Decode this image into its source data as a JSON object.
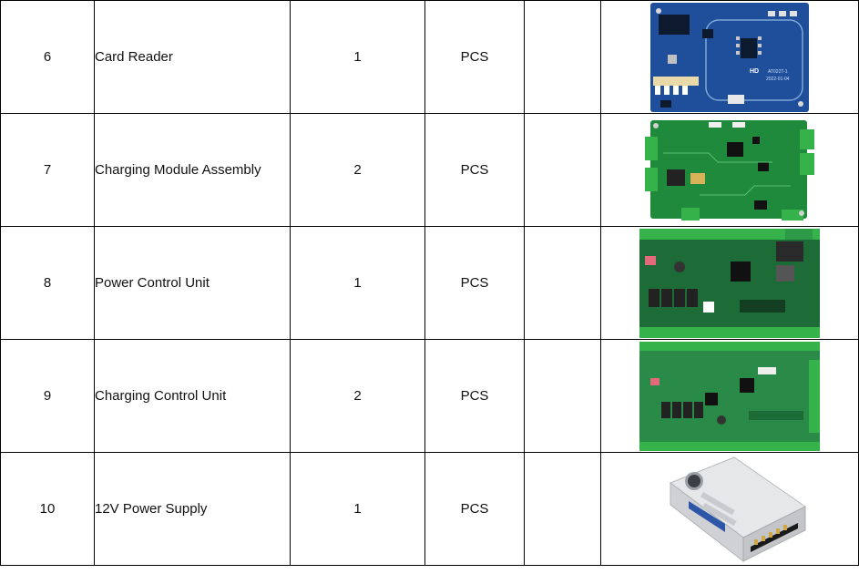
{
  "rows": [
    {
      "no": "6",
      "name": "Card Reader",
      "qty": "1",
      "unit": "PCS",
      "image": "card-reader-board",
      "board_text": [
        "AT022T-1",
        "2022-01-04",
        "HD"
      ]
    },
    {
      "no": "7",
      "name": "Charging Module Assembly",
      "qty": "2",
      "unit": "PCS",
      "image": "charging-module-board"
    },
    {
      "no": "8",
      "name": "Power Control Unit",
      "qty": "1",
      "unit": "PCS",
      "image": "power-control-board"
    },
    {
      "no": "9",
      "name": "Charging Control Unit",
      "qty": "2",
      "unit": "PCS",
      "image": "charging-control-board"
    },
    {
      "no": "10",
      "name": "12V Power Supply",
      "qty": "1",
      "unit": "PCS",
      "image": "power-supply-unit"
    }
  ],
  "colors": {
    "pcb_blue": "#1f4f9a",
    "pcb_green": "#1f8a3c",
    "terminal_green": "#36b24a",
    "psu_silver": "#d9dadc"
  }
}
